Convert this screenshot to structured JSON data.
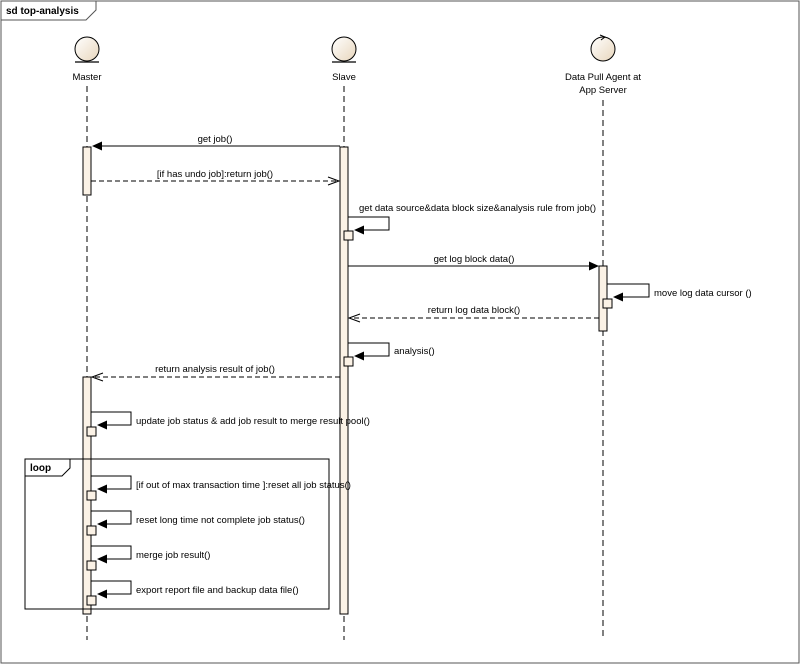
{
  "diagram": {
    "frame_title": "sd top-analysis",
    "lifelines": [
      {
        "id": "master",
        "lines": [
          "Master"
        ],
        "kind": "entity"
      },
      {
        "id": "slave",
        "lines": [
          "Slave"
        ],
        "kind": "entity"
      },
      {
        "id": "agent",
        "lines": [
          "Data Pull Agent at",
          "App Server"
        ],
        "kind": "control"
      }
    ],
    "messages": [
      {
        "id": "m1",
        "label": "get job()",
        "from": "slave",
        "to": "master",
        "style": "sync"
      },
      {
        "id": "m2",
        "label": "[if has undo job]:return job()",
        "from": "master",
        "to": "slave",
        "style": "return"
      },
      {
        "id": "m3",
        "label": "get data source&data block size&analysis rule from job()",
        "from": "slave",
        "to": "slave",
        "style": "self"
      },
      {
        "id": "m4",
        "label": "get log block data()",
        "from": "slave",
        "to": "agent",
        "style": "sync"
      },
      {
        "id": "m5",
        "label": "move log data cursor ()",
        "from": "agent",
        "to": "agent",
        "style": "self"
      },
      {
        "id": "m6",
        "label": "return log data block()",
        "from": "agent",
        "to": "slave",
        "style": "return"
      },
      {
        "id": "m7",
        "label": "analysis()",
        "from": "slave",
        "to": "slave",
        "style": "self"
      },
      {
        "id": "m8",
        "label": "return analysis result of job()",
        "from": "slave",
        "to": "master",
        "style": "return"
      },
      {
        "id": "m9",
        "label": "update job status & add job result to merge result pool()",
        "from": "master",
        "to": "master",
        "style": "self"
      },
      {
        "id": "m10",
        "label": "[if out of max transaction time ]:reset all job status()",
        "from": "master",
        "to": "master",
        "style": "self"
      },
      {
        "id": "m11",
        "label": "reset long time not complete job status()",
        "from": "master",
        "to": "master",
        "style": "self"
      },
      {
        "id": "m12",
        "label": "merge job result()",
        "from": "master",
        "to": "master",
        "style": "self"
      },
      {
        "id": "m13",
        "label": "export report file and backup data file()",
        "from": "master",
        "to": "master",
        "style": "self"
      }
    ],
    "fragment": {
      "operator": "loop",
      "covers": [
        "m10",
        "m11",
        "m12",
        "m13"
      ]
    },
    "colors": {
      "activation_fill": "#fbf2e6",
      "lifeline_head_fill": "#f3e6d2",
      "stroke": "#000000",
      "frame_stroke": "#777777"
    }
  }
}
